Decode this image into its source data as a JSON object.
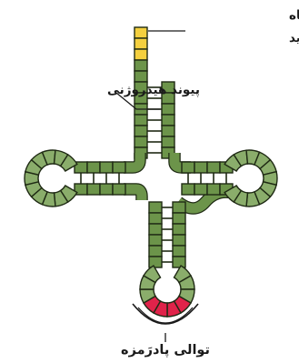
{
  "labels": {
    "attachment_line1": "نوکلئوتید جایگاه",
    "attachment_line2": "اتصال به آمینو اسید",
    "hydrogen_bond": "پیوند هیدروژنی",
    "anticodon": "توالی پادرَمزه"
  },
  "colors": {
    "nucleotide_fill": "#6c944a",
    "loop_fill": "#8aad6b",
    "outline": "#1f2a14",
    "attachment_fill": "#f4d03f",
    "anticodon_fill": "#e0234a"
  }
}
